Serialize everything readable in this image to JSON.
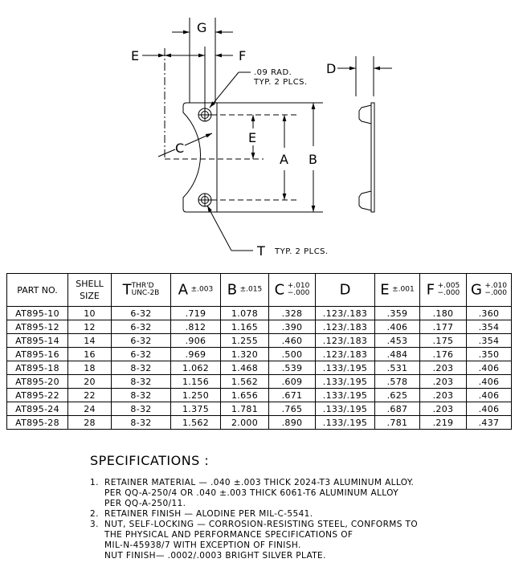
{
  "drawing": {
    "labels": {
      "g": "G",
      "e_top": "E",
      "f": "F",
      "d": "D",
      "radius_note_1": ".09 RAD.",
      "radius_note_2": "TYP. 2 PLCS.",
      "c": "C",
      "e_mid": "E",
      "a": "A",
      "b": "B",
      "t": "T",
      "t_note": "TYP. 2 PLCS."
    }
  },
  "table": {
    "headers": {
      "part_no": "PART NO.",
      "shell_1": "SHELL",
      "shell_2": "SIZE",
      "t": "T",
      "t_thrd": "THR'D",
      "t_unc": "UNC-2B",
      "a": "A",
      "a_tol": "±.003",
      "b": "B",
      "b_tol": "±.015",
      "c": "C",
      "c_tol_plus": "+.010",
      "c_tol_minus": "−.000",
      "d": "D",
      "e": "E",
      "e_tol": "±.001",
      "f": "F",
      "f_tol_plus": "+.005",
      "f_tol_minus": "−.000",
      "g": "G",
      "g_tol_plus": "+.010",
      "g_tol_minus": "−.000"
    },
    "rows": [
      [
        "AT895-10",
        "10",
        "6-32",
        ".719",
        "1.078",
        ".328",
        ".123/.183",
        ".359",
        ".180",
        ".360"
      ],
      [
        "AT895-12",
        "12",
        "6-32",
        ".812",
        "1.165",
        ".390",
        ".123/.183",
        ".406",
        ".177",
        ".354"
      ],
      [
        "AT895-14",
        "14",
        "6-32",
        ".906",
        "1.255",
        ".460",
        ".123/.183",
        ".453",
        ".175",
        ".354"
      ],
      [
        "AT895-16",
        "16",
        "6-32",
        ".969",
        "1.320",
        ".500",
        ".123/.183",
        ".484",
        ".176",
        ".350"
      ],
      [
        "AT895-18",
        "18",
        "8-32",
        "1.062",
        "1.468",
        ".539",
        ".133/.195",
        ".531",
        ".203",
        ".406"
      ],
      [
        "AT895-20",
        "20",
        "8-32",
        "1.156",
        "1.562",
        ".609",
        ".133/.195",
        ".578",
        ".203",
        ".406"
      ],
      [
        "AT895-22",
        "22",
        "8-32",
        "1.250",
        "1.656",
        ".671",
        ".133/.195",
        ".625",
        ".203",
        ".406"
      ],
      [
        "AT895-24",
        "24",
        "8-32",
        "1.375",
        "1.781",
        ".765",
        ".133/.195",
        ".687",
        ".203",
        ".406"
      ],
      [
        "AT895-28",
        "28",
        "8-32",
        "1.562",
        "2.000",
        ".890",
        ".133/.195",
        ".781",
        ".219",
        ".437"
      ]
    ]
  },
  "specifications": {
    "title": "SPECIFICATIONS :",
    "items": [
      {
        "num": "1.",
        "text": "RETAINER MATERIAL — .040 ±.003 THICK 2024-T3 ALUMINUM ALLOY.\nPER QQ-A-250/4 OR .040 ±.003 THICK 6061-T6 ALUMINUM ALLOY\nPER QQ-A-250/11."
      },
      {
        "num": "2.",
        "text": "RETAINER FINISH — ALODINE PER MIL-C-5541."
      },
      {
        "num": "3.",
        "text": "NUT, SELF-LOCKING — CORROSION-RESISTING STEEL, CONFORMS TO\nTHE PHYSICAL AND PERFORMANCE SPECIFICATIONS OF\nMIL-N-45938/7 WITH EXCEPTION OF FINISH.\nNUT FINISH— .0002/.0003 BRIGHT SILVER PLATE."
      }
    ]
  }
}
